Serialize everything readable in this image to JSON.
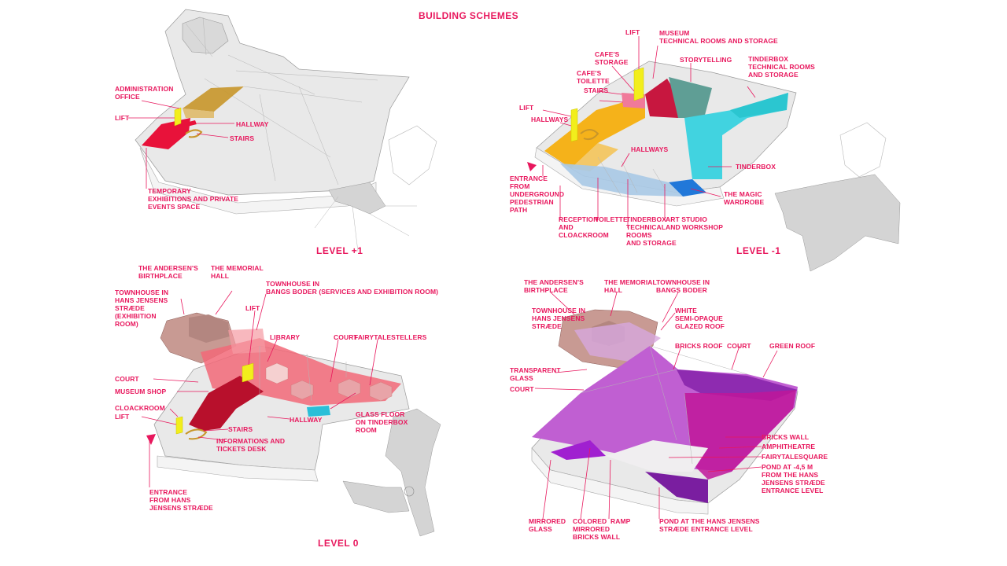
{
  "title": "BUILDING SCHEMES",
  "accent_color": "#e8175d",
  "panels": {
    "level_plus1": {
      "level_label": "LEVEL +1",
      "labels": {
        "administration_office": "ADMINISTRATION\nOFFICE",
        "lift": "LIFT",
        "hallway": "HALLWAY",
        "stairs": "STAIRS",
        "temporary_exhibitions": "TEMPORARY\nEXHIBITIONS AND PRIVATE\nEVENTS SPACE"
      }
    },
    "level_minus1": {
      "level_label": "LEVEL -1",
      "labels": {
        "lift_top": "LIFT",
        "museum_technical": "MUSEUM\nTECHNICAL ROOMS AND STORAGE",
        "cafes_storage": "CAFE'S\nSTORAGE",
        "storytelling": "STORYTELLING",
        "cafes_toilette": "CAFE'S\nTOILETTE",
        "stairs": "STAIRS",
        "tinderbox_technical": "TINDERBOX\nTECHNICAL ROOMS\nAND STORAGE",
        "lift_left": "LIFT",
        "hallways_left": "HALLWAYS",
        "hallways_mid": "HALLWAYS",
        "tinderbox": "TINDERBOX",
        "entrance_underground": "ENTRANCE\nFROM\nUNDERGROUND\nPEDESTRIAN\nPATH",
        "magic_wardrobe": "THE MAGIC\nWARDROBE",
        "reception": "RECEPTION\nAND\nCLOACKROOM",
        "toilette": "TOILETTE",
        "tinderbox_technical_bottom": "TINDERBOX\nTECHNICAL\nROOMS\nAND STORAGE",
        "art_studio": "ART STUDIO\nAND WORKSHOP"
      }
    },
    "level_0": {
      "level_label": "LEVEL 0",
      "labels": {
        "andersens_birthplace": "THE ANDERSEN'S\nBIRTHPLACE",
        "memorial_hall": "THE MEMORIAL\nHALL",
        "townhouse_bangs": "TOWNHOUSE IN\nBANGS BODER (SERVICES AND EXHIBITION ROOM)",
        "townhouse_hans": "TOWNHOUSE IN\nHANS JENSENS\nSTRÆDE\n(EXHIBITION\nROOM)",
        "lift_top": "LIFT",
        "library": "LIBRARY",
        "court_right": "COURT",
        "fairytalestellers": "FAIRYTALESTELLERS",
        "court_left": "COURT",
        "museum_shop": "MUSEUM SHOP",
        "cloackroom": "CLOACKROOM",
        "lift_left": "LIFT",
        "hallway": "HALLWAY",
        "glass_floor": "GLASS FLOOR\nON TINDERBOX\nROOM",
        "stairs": "STAIRS",
        "informations": "INFORMATIONS AND\nTICKETS DESK",
        "entrance_hans": "ENTRANCE\nFROM HANS\nJENSENS STRÆDE"
      }
    },
    "roof": {
      "labels": {
        "andersens_birthplace": "THE ANDERSEN'S\nBIRTHPLACE",
        "memorial_hall": "THE MEMORIAL\nHALL",
        "townhouse_bangs": "TOWNHOUSE IN\nBANGS BODER",
        "townhouse_hans": "TOWNHOUSE IN\nHANS JENSENS\nSTRÆDE",
        "white_glazed_roof": "WHITE\nSEMI-OPAQUE\nGLAZED ROOF",
        "bricks_roof": "BRICKS ROOF",
        "court_top": "COURT",
        "green_roof": "GREEN ROOF",
        "transparent_glass": "TRANSPARENT\nGLASS",
        "court_left": "COURT",
        "bricks_wall": "BRICKS WALL",
        "amphitheatre": "AMPHITHEATRE",
        "fairytalesquare": "FAIRYTALESQUARE",
        "pond_minus": "POND AT -4,5 M\nFROM THE HANS\nJENSENS STRÆDE\nENTRANCE LEVEL",
        "mirrored_glass": "MIRRORED\nGLASS",
        "colored_mirrored": "COLORED\nMIRRORED\nBRICKS WALL",
        "ramp": "RAMP",
        "pond_entrance": "POND AT THE HANS JENSENS\nSTRÆDE ENTRANCE LEVEL"
      }
    }
  },
  "zone_colors": {
    "temporary_exhibitions": "#e8123a",
    "administration": "#c8962a",
    "lift": "#f2ee1c",
    "hallways_minus1": "#f5b21a",
    "museum_technical": "#c7173f",
    "storytelling": "#5f9e95",
    "tinderbox": "#41d3e0",
    "tinderbox_technical": "#2bc6d0",
    "magic_wardrobe": "#2178d9",
    "cafe": "#f07a9a",
    "level0_hallway": "#f26878",
    "level0_dark": "#b8102c",
    "old_buildings": "#c89a93",
    "roof_purple": "#c05fd2",
    "roof_purple_dark": "#8e2bb0",
    "roof_magenta": "#c0169a",
    "glass_floor": "#2bbfd8"
  }
}
